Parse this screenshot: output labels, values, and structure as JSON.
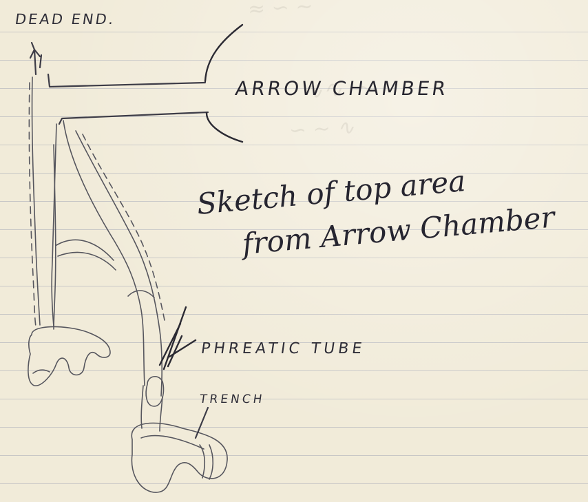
{
  "diagram": {
    "labels": {
      "dead_end": "DEAD END.",
      "arrow_chamber": "ARROW CHAMBER",
      "phreatic_tube": "PHREATIC TUBE",
      "trench": "TRENCH"
    },
    "caption_line_1": "Sketch of top area",
    "caption_line_2": "from Arrow Chamber"
  }
}
